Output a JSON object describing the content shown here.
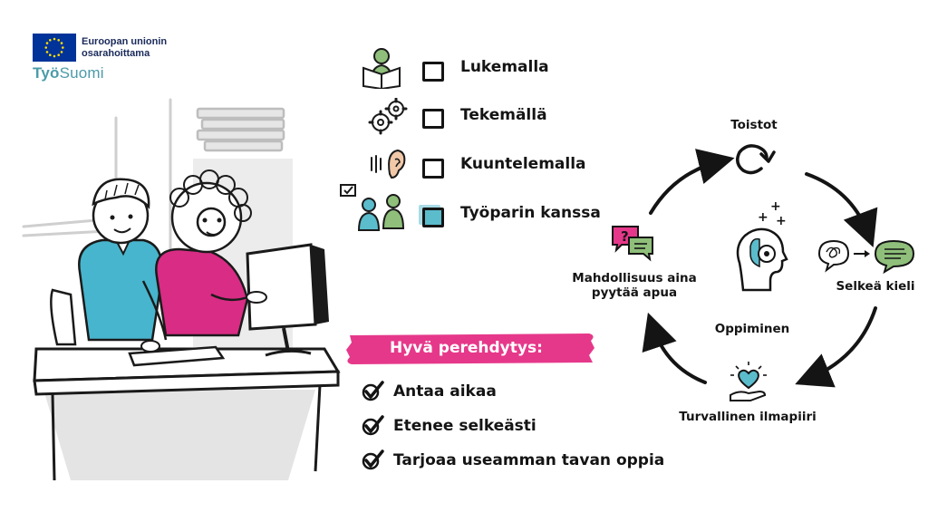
{
  "logo": {
    "eu_text_line1": "Euroopan unionin",
    "eu_text_line2": "osarahoittama",
    "brand_prefix": "Työ",
    "brand_suffix": "Suomi"
  },
  "methods": {
    "items": [
      {
        "label": "Lukemalla",
        "icon": "reading-person-icon",
        "highlighted": false
      },
      {
        "label": "Tekemällä",
        "icon": "gears-icon",
        "highlighted": false
      },
      {
        "label": "Kuuntelemalla",
        "icon": "ear-icon",
        "highlighted": false
      },
      {
        "label": "Työparin kanssa",
        "icon": "pair-people-icon",
        "highlighted": true
      }
    ]
  },
  "good_onboarding": {
    "title": "Hyvä perehdytys:",
    "items": [
      "Antaa aikaa",
      "Etenee selkeästi",
      "Tarjoaa useamman tavan oppia"
    ]
  },
  "cycle": {
    "center_label": "Oppiminen",
    "nodes": {
      "top": "Toistot",
      "right": "Selkeä kieli",
      "bottom": "Turvallinen ilmapiiri",
      "left_line1": "Mahdollisuus aina",
      "left_line2": "pyytää apua"
    }
  },
  "colors": {
    "pink": "#e6388a",
    "teal": "#5bbccc",
    "green": "#8fbf7a",
    "eu_blue": "#003399",
    "brand_teal": "#4b9ba8"
  }
}
